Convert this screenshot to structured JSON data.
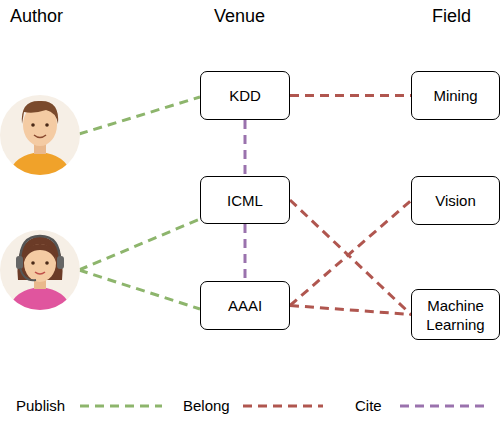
{
  "diagram": {
    "nodes": [
      {
        "text": [
          "KDD"
        ]
      },
      {
        "text": [
          "ICML"
        ]
      },
      {
        "text": [
          "AAAI"
        ]
      },
      {
        "text": [
          "Mining"
        ]
      },
      {
        "text": [
          "Vision"
        ]
      },
      {
        "text": [
          "Machine Learning"
        ]
      }
    ],
    "edges": [
      {
        "from": 0,
        "to": 3,
        "arrow": "none"
      },
      {
        "from": 0,
        "to": 1,
        "arrow": "none"
      },
      {
        "from": 1,
        "to": 2,
        "arrow": "none"
      },
      {
        "from": 1,
        "to": 5,
        "arrow": "none"
      },
      {
        "from": 2,
        "to": 4,
        "arrow": "none"
      },
      {
        "from": 2,
        "to": 5,
        "arrow": "none"
      }
    ],
    "labels": [
      "Author",
      "Venue",
      "Field"
    ],
    "legend": [
      {
        "text": "Publish"
      },
      {
        "text": "Belong"
      },
      {
        "text": "Cite"
      }
    ]
  }
}
